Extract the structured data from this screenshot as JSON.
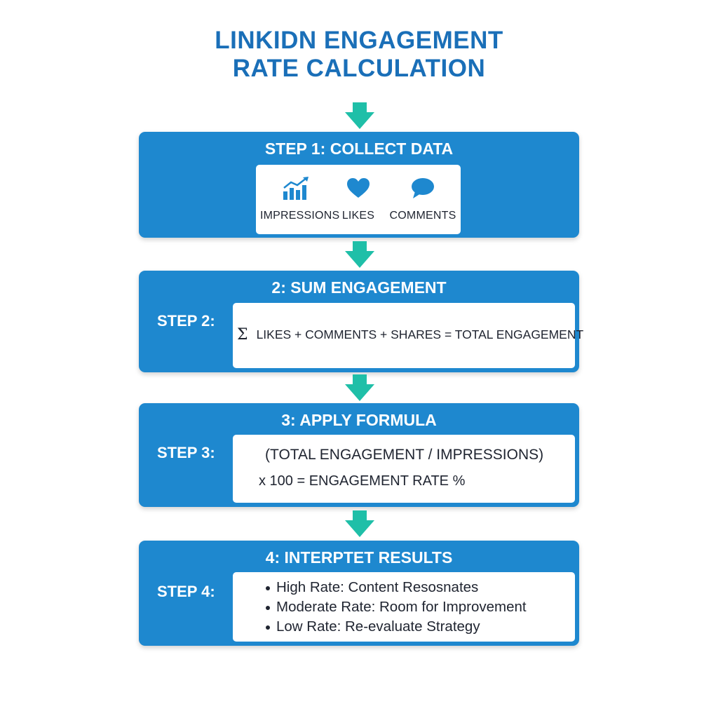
{
  "title": {
    "line1": "LINKIDN ENGAGEMENT",
    "line2": "RATE CALCULATION"
  },
  "colors": {
    "title": "#1a6fb8",
    "panel": "#1e88cf",
    "arrow": "#1fbfa8",
    "icon": "#1e88cf",
    "card": "#ffffff"
  },
  "steps": [
    {
      "heading": "STEP 1: COLLECT DATA",
      "metrics": [
        {
          "icon": "bar-chart-trend-icon",
          "label": "IMPRESSIONS"
        },
        {
          "icon": "heart-icon",
          "label": "LIKES"
        },
        {
          "icon": "speech-bubble-icon",
          "label": "COMMENTS"
        }
      ]
    },
    {
      "heading": "2: SUM ENGAGEMENT",
      "label": "STEP 2:",
      "symbol": "Σ",
      "formula": "LIKES + COMMENTS + SHARES = TOTAL ENGAGEMENT"
    },
    {
      "heading": "3: APPLY FORMULA",
      "label": "STEP 3:",
      "formula_line1": "(TOTAL ENGAGEMENT / IMPRESSIONS)",
      "formula_line2": "x 100 = ENGAGEMENT RATE %"
    },
    {
      "heading": "4: INTERPTET RESULTS",
      "label": "STEP 4:",
      "results": [
        "High Rate: Content Resosnates",
        "Moderate Rate: Room for Improvement",
        "Low Rate: Re-evaluate Strategy"
      ]
    }
  ]
}
